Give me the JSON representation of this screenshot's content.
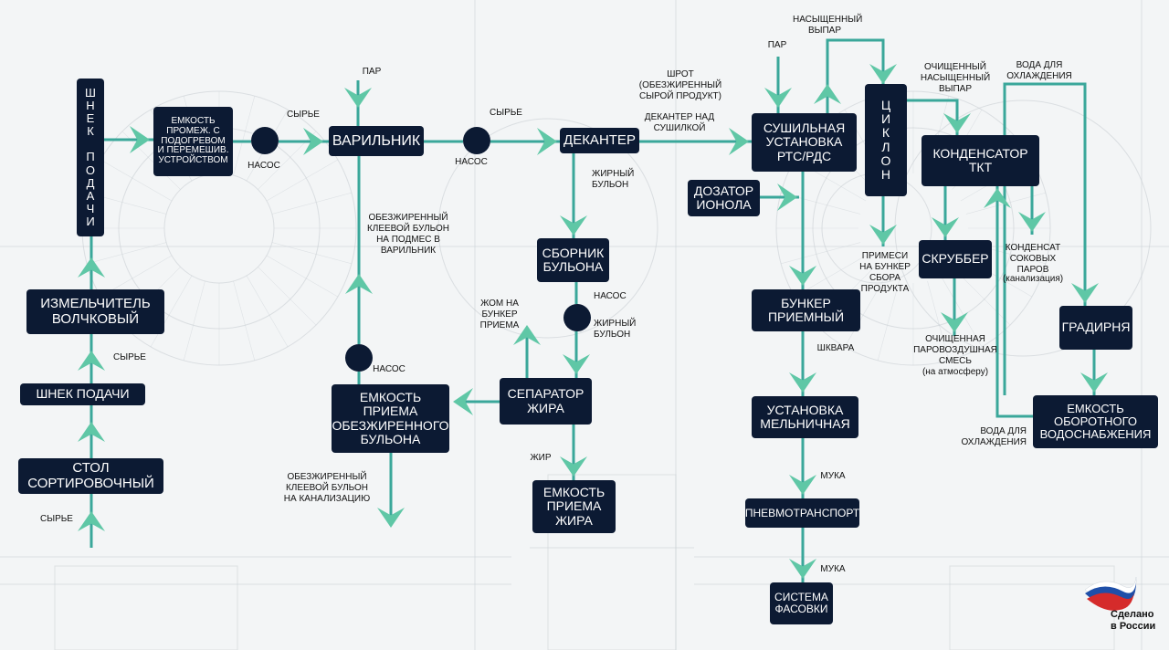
{
  "colors": {
    "node": "#0c1a33",
    "node_text": "#ffffff",
    "link": "#3aa79a",
    "arrow": "#5fc7a6",
    "background": "#f3f5f6",
    "blueprint": "#c9cfd4"
  },
  "nodes": {
    "shnek1": "ШНЕК ПОДАЧИ",
    "izmelch": "ИЗМЕЛЬЧИТЕЛЬ ВОЛЧКОВЫЙ",
    "shnek2": "ШНЕК ПОДАЧИ",
    "stol": "СТОЛ СОРТИРОВОЧНЫЙ",
    "emkost_prom": "ЕМКОСТЬ ПРОМЕЖ. С ПОДОГРЕВОМ И ПЕРЕМЕШИВ. УСТРОЙСТВОМ",
    "varilnik": "ВАРИЛЬНИК",
    "emkost_obez": "ЕМКОСТЬ ПРИЕМА ОБЕЗЖИРЕННОГО БУЛЬОНА",
    "dekanter": "ДЕКАНТЕР",
    "sbornik": "СБОРНИК БУЛЬОНА",
    "separator": "СЕПАРАТОР ЖИРА",
    "emkost_zhira": "ЕМКОСТЬ ПРИЕМА ЖИРА",
    "sushilnaya": "СУШИЛЬНАЯ УСТАНОВКА РТС/РДС",
    "dozator": "ДОЗАТОР ИОНОЛА",
    "bunker": "БУНКЕР ПРИЕМНЫЙ",
    "melnichnaya": "УСТАНОВКА МЕЛЬНИЧНАЯ",
    "pnevmo": "ПНЕВМОТРАНСПОРТ",
    "fasovka": "СИСТЕМА ФАСОВКИ",
    "ciklon": "ЦИКЛОН",
    "kondensator": "КОНДЕНСАТОР ТКТ",
    "skrubber": "СКРУББЕР",
    "gradirnya": "ГРАДИРНЯ",
    "emkost_oborot": "ЕМКОСТЬ ОБОРОТНОГО ВОДОСНАБЖЕНИЯ"
  },
  "labels": {
    "syrie_in": "СЫРЬЕ",
    "syrie_mid": "СЫРЬЕ",
    "nasos1": "НАСОС",
    "syrie_top": "СЫРЬЕ",
    "par1": "ПАР",
    "obez_up": "ОБЕЗЖИРЕННЫЙ\nКЛЕЕВОЙ БУЛЬОН\nНА ПОДМЕС В\nВАРИЛЬНИК",
    "nasos2": "НАСОС",
    "obez_out": "ОБЕЗЖИРЕННЫЙ\nКЛЕЕВОЙ БУЛЬОН\nНА КАНАЛИЗАЦИЮ",
    "syrie_dek": "СЫРЬЕ",
    "nasos3": "НАСОС",
    "zhirny1": "ЖИРНЫЙ\nБУЛЬОН",
    "nasos4": "НАСОС",
    "zhirny2": "ЖИРНЫЙ\nБУЛЬОН",
    "zhom": "ЖОМ НА\nБУНКЕР\nПРИЕМА",
    "zhir": "ЖИР",
    "shrot": "ШРОТ\n(ОБЕЗЖИРЕННЫЙ\nСЫРОЙ ПРОДУКТ)",
    "dek_nad": "ДЕКАНТЕР НАД\nСУШИЛКОЙ",
    "par2": "ПАР",
    "nasyshch": "НАСЫЩЕННЫЙ\nВЫПАР",
    "ochishch_vypar": "ОЧИЩЕННЫЙ\nНАСЫЩЕННЫЙ\nВЫПАР",
    "voda1": "ВОДА ДЛЯ\nОХЛАЖДЕНИЯ",
    "primesi": "ПРИМЕСИ\nНА БУНКЕР\nСБОРА\nПРОДУКТА",
    "kondensat": "КОНДЕНСАТ\nСОКОВЫХ\nПАРОВ",
    "kanalizaciya": "(канализация)",
    "ochishch_smes": "ОЧИЩЕННАЯ\nПАРОВОЗДУШНАЯ\nСМЕСЬ",
    "atmosfera": "(на атмосферу)",
    "shkvara": "ШКВАРА",
    "voda2": "ВОДА ДЛЯ\nОХЛАЖДЕНИЯ",
    "muka1": "МУКА",
    "muka2": "МУКА"
  },
  "brand": {
    "text_line1": "Сделано",
    "text_line2": "в России",
    "flag_colors": [
      "#ffffff",
      "#1f4fa8",
      "#d52b2b"
    ]
  }
}
